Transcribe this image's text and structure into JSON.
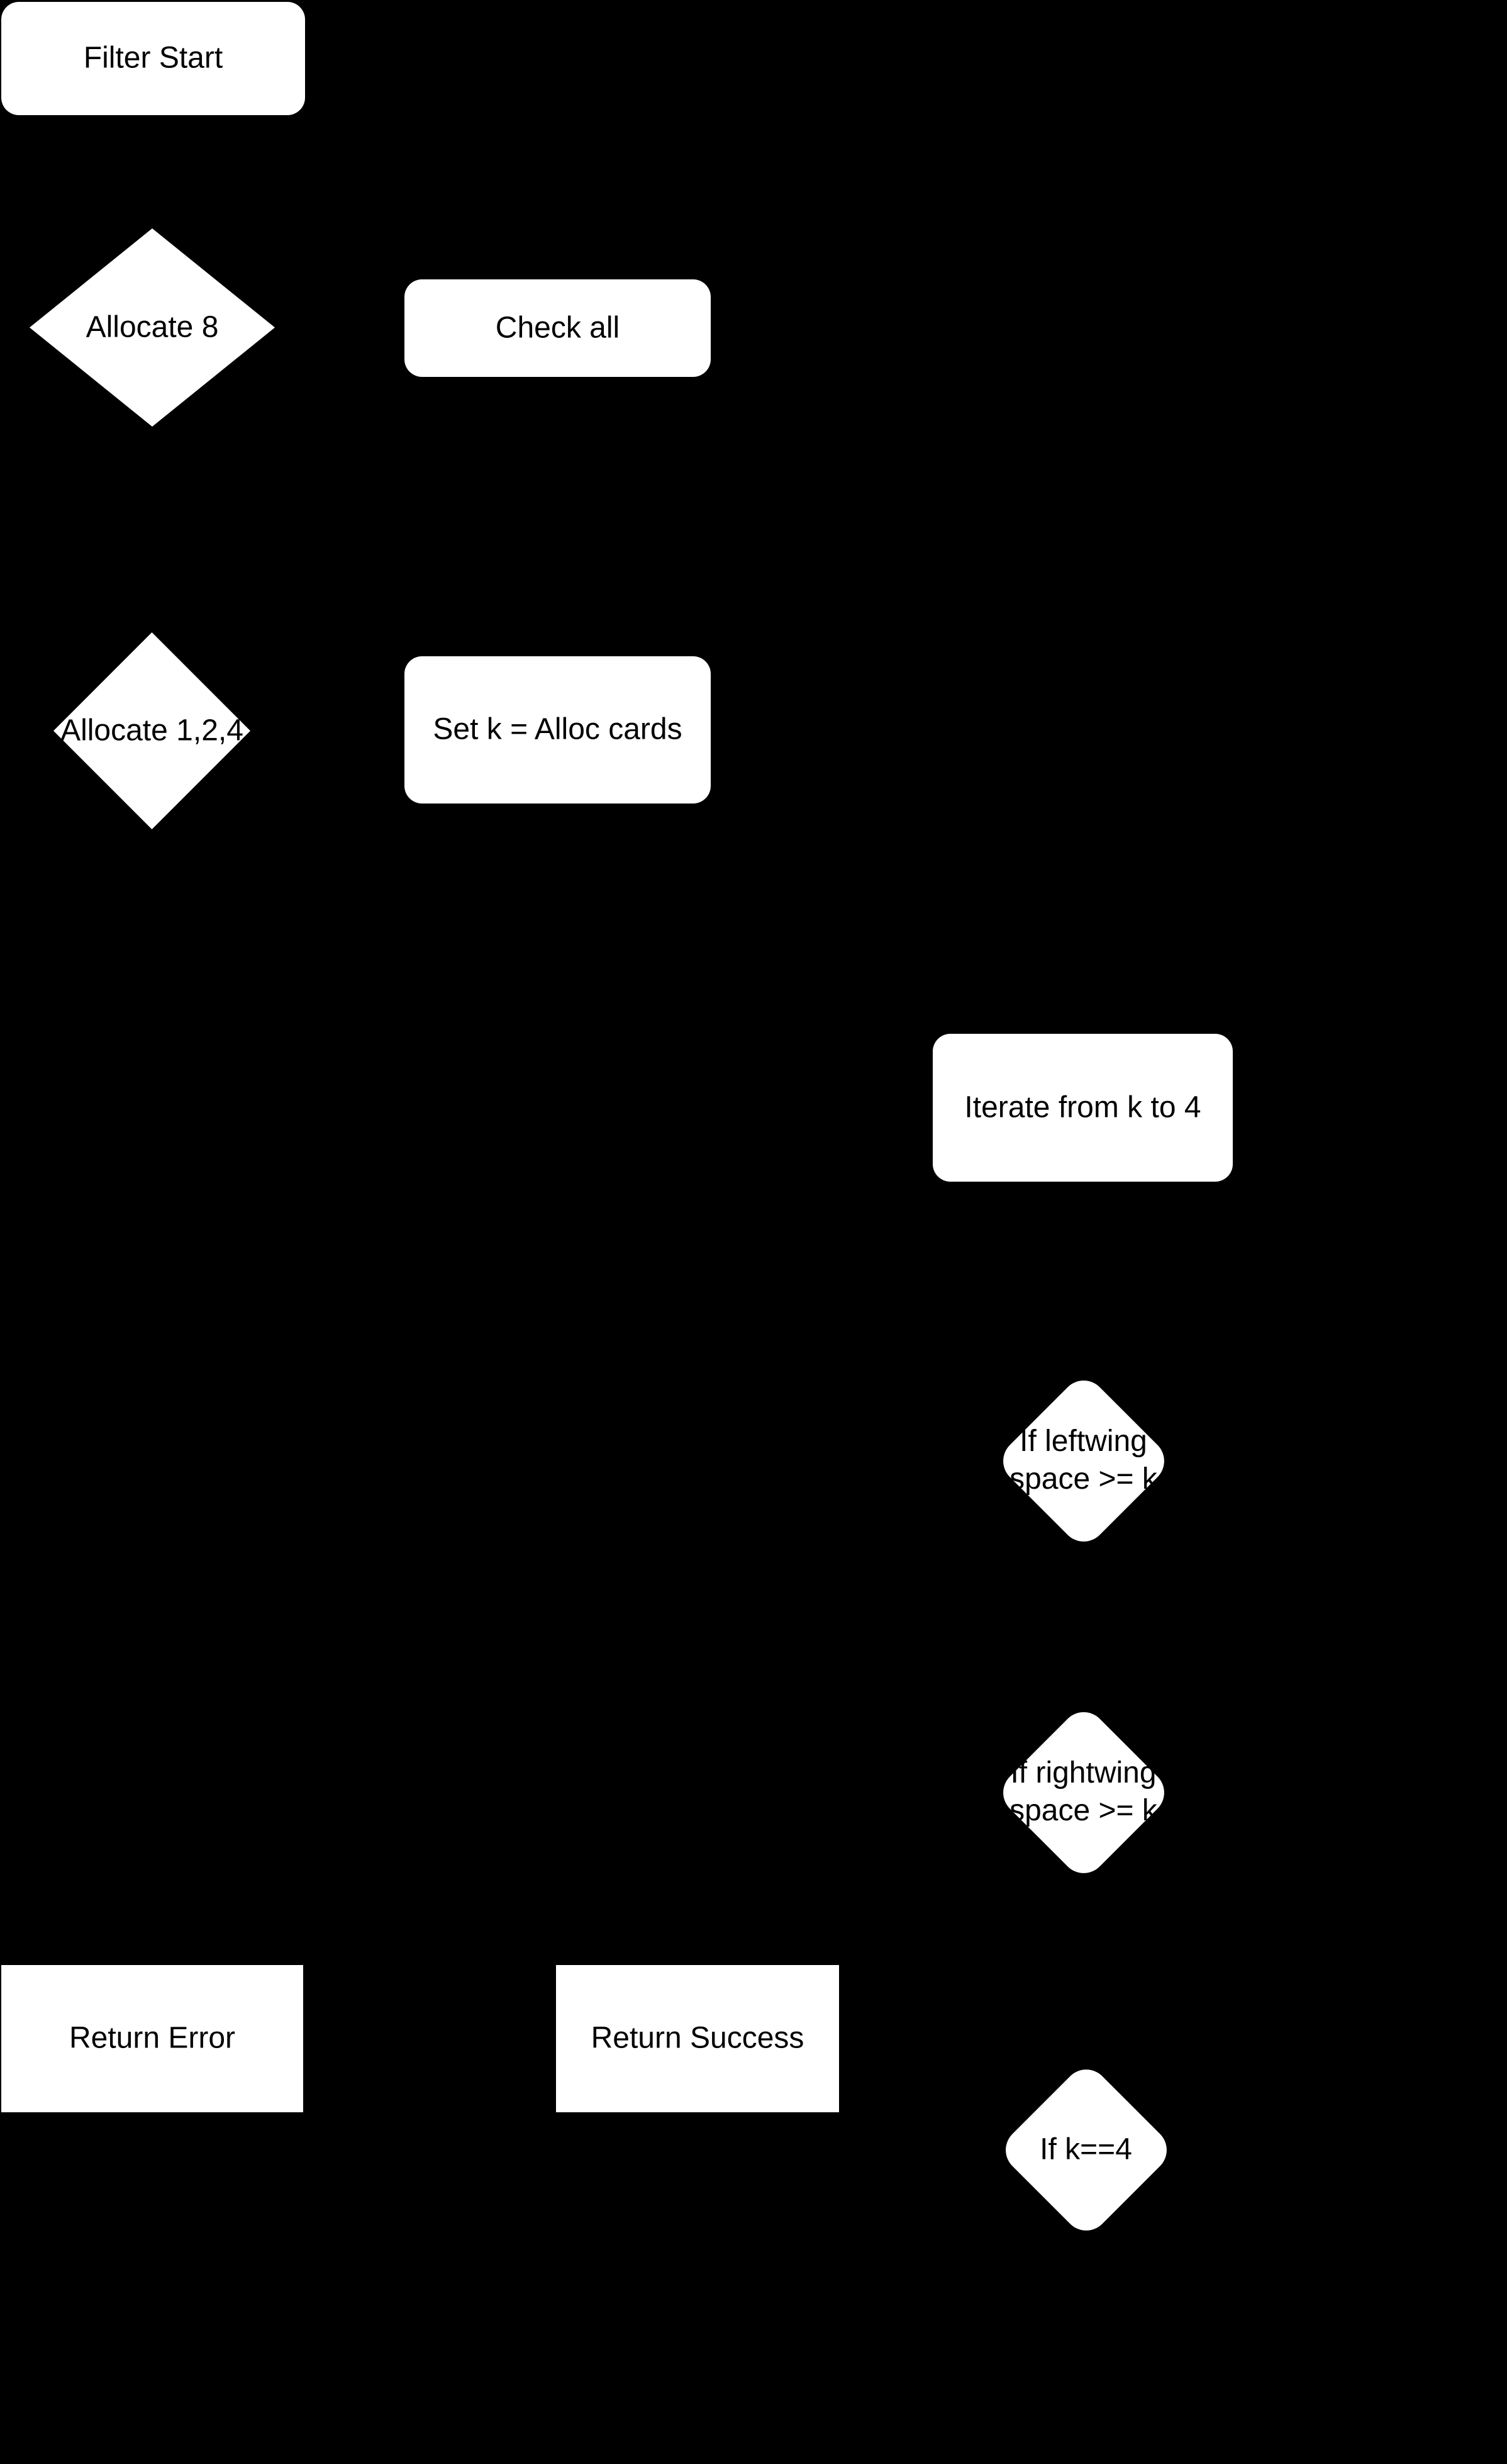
{
  "diagram": {
    "background_color": "#000000",
    "node_fill_color": "#ffffff",
    "node_text_color": "#000000",
    "nodes": {
      "filter_start": {
        "label": "Filter Start",
        "shape": "rounded-rect"
      },
      "allocate_8": {
        "label": "Allocate 8",
        "shape": "diamond"
      },
      "check_all": {
        "label": "Check all",
        "shape": "rounded-rect"
      },
      "allocate_124": {
        "label": "Allocate 1,2,4",
        "shape": "diamond"
      },
      "set_k": {
        "label": "Set k = Alloc cards",
        "shape": "rounded-rect"
      },
      "iterate": {
        "label": "Iterate from k to 4",
        "shape": "rounded-rect"
      },
      "if_leftwing": {
        "label": "If leftwing\nspace >= k",
        "shape": "rounded-diamond"
      },
      "if_rightwing": {
        "label": "If rightwing\nspace >= k",
        "shape": "rounded-diamond"
      },
      "return_error": {
        "label": "Return Error",
        "shape": "rect"
      },
      "return_success": {
        "label": "Return Success",
        "shape": "rect"
      },
      "if_k_eq_4": {
        "label": "If k==4",
        "shape": "rounded-diamond"
      }
    }
  }
}
